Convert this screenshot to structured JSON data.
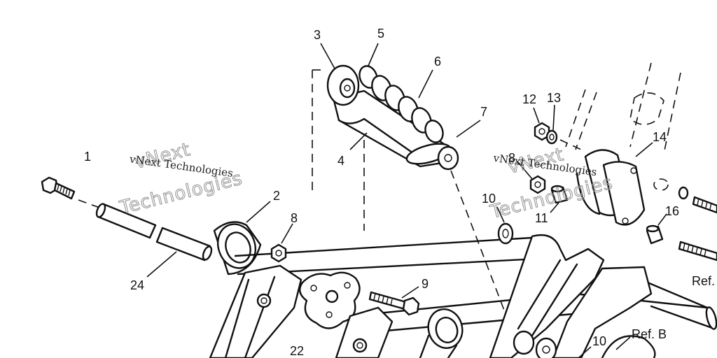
{
  "callouts": {
    "c1": "1",
    "c2": "2",
    "c3": "3",
    "c4": "4",
    "c5": "5",
    "c6": "6",
    "c7": "7",
    "c8a": "8",
    "c8b": "8",
    "c9": "9",
    "c10a": "10",
    "c10b": "10",
    "c11": "11",
    "c12": "12",
    "c13": "13",
    "c14": "14",
    "c16": "16",
    "c22": "22",
    "c24": "24",
    "refA": "Ref. A",
    "refB": "Ref. B"
  },
  "watermark": {
    "line1": "vNext",
    "line2": "vNext Technologies",
    "line3": "Technologies"
  }
}
